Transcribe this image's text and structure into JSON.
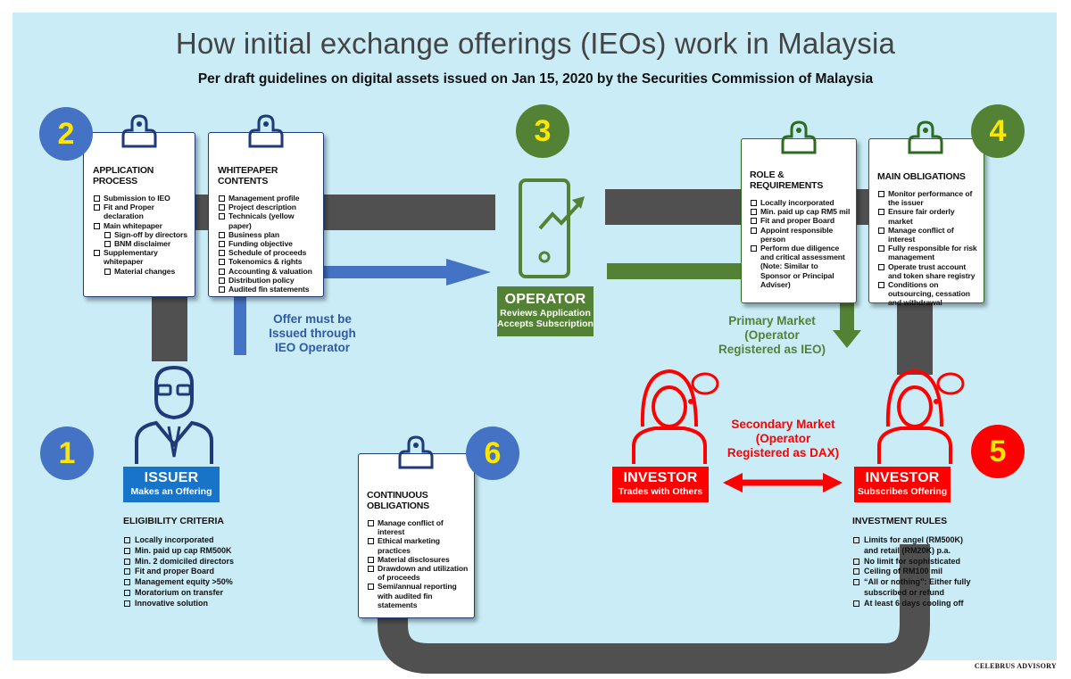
{
  "title": "How initial exchange offerings (IEOs) work in Malaysia",
  "subtitle": "Per draft guidelines on digital assets issued on Jan 15, 2020 by the Securities Commission of Malaysia",
  "colors": {
    "background": "#c9ecf7",
    "blue": "#4472c4",
    "green": "#548235",
    "red": "#ff0000",
    "badge_text": "#ffe600",
    "track": "#505050"
  },
  "steps": {
    "one": "1",
    "two": "2",
    "three": "3",
    "four": "4",
    "five": "5",
    "six": "6"
  },
  "application": {
    "title": "APPLICATION PROCESS",
    "items": [
      {
        "text": "Submission to IEO",
        "sub": false
      },
      {
        "text": "Fit and Proper declaration",
        "sub": false
      },
      {
        "text": "Main whitepaper",
        "sub": false
      },
      {
        "text": "Sign-off by directors",
        "sub": true
      },
      {
        "text": "BNM disclaimer",
        "sub": true
      },
      {
        "text": "Supplementary whitepaper",
        "sub": false
      },
      {
        "text": "Material changes",
        "sub": true
      }
    ]
  },
  "whitepaper": {
    "title": "WHITEPAPER CONTENTS",
    "items": [
      "Management profile",
      "Project description",
      "Technicals (yellow paper)",
      "Business plan",
      "Funding objective",
      "Schedule of proceeds",
      "Tokenomics & rights",
      "Accounting & valuation",
      "Distribution policy",
      "Audited fin statements"
    ]
  },
  "role": {
    "title": "ROLE & REQUIREMENTS",
    "items": [
      "Locally incorporated",
      "Min. paid up cap RM5 mil",
      "Fit and proper Board",
      "Appoint responsible person",
      "Perform due diligence and critical assessment (Note: Similar to Sponsor or Principal Adviser)"
    ]
  },
  "obligations": {
    "title": "MAIN OBLIGATIONS",
    "items": [
      "Monitor performance of the issuer",
      "Ensure fair orderly market",
      "Manage conflict of interest",
      "Fully responsible for risk management",
      "Operate trust account and token share registry",
      "Conditions on outsourcing, cessation and withdrawal"
    ]
  },
  "continuous": {
    "title": "CONTINUOUS OBLIGATIONS",
    "items": [
      "Manage conflict of interest",
      "Ethical marketing practices",
      "Material disclosures",
      "Drawdown and utilization of proceeds",
      "Semi/annual reporting with audited fin statements"
    ]
  },
  "operator": {
    "name": "OPERATOR",
    "line1": "Reviews Application",
    "line2": "Accepts Subscription"
  },
  "issuer": {
    "name": "ISSUER",
    "line1": "Makes an Offering"
  },
  "investor_left": {
    "name": "INVESTOR",
    "line1": "Trades with Others"
  },
  "investor_right": {
    "name": "INVESTOR",
    "line1": "Subscribes Offering"
  },
  "eligibility": {
    "title": "ELIGIBILITY CRITERIA",
    "items": [
      "Locally incorporated",
      "Min. paid up cap RM500K",
      "Min. 2 domiciled directors",
      "Fit and proper Board",
      "Management equity >50%",
      "Moratorium on transfer",
      "Innovative solution"
    ]
  },
  "investment": {
    "title": "INVESTMENT RULES",
    "items": [
      "Limits for angel (RM500K) and retail (RM20K) p.a.",
      "No limit for sophisticated",
      "Ceiling of RM100 mil",
      "“All or nothing”: Either fully subscribed or refund",
      "At least 6 days cooling off"
    ]
  },
  "callouts": {
    "offer": [
      "Offer must be",
      "Issued through",
      "IEO Operator"
    ],
    "primary": [
      "Primary Market",
      "(Operator",
      "Registered as IEO)"
    ],
    "secondary": [
      "Secondary Market",
      "(Operator",
      "Registered as DAX)"
    ]
  },
  "footer": "CELEBRUS ADVISORY"
}
